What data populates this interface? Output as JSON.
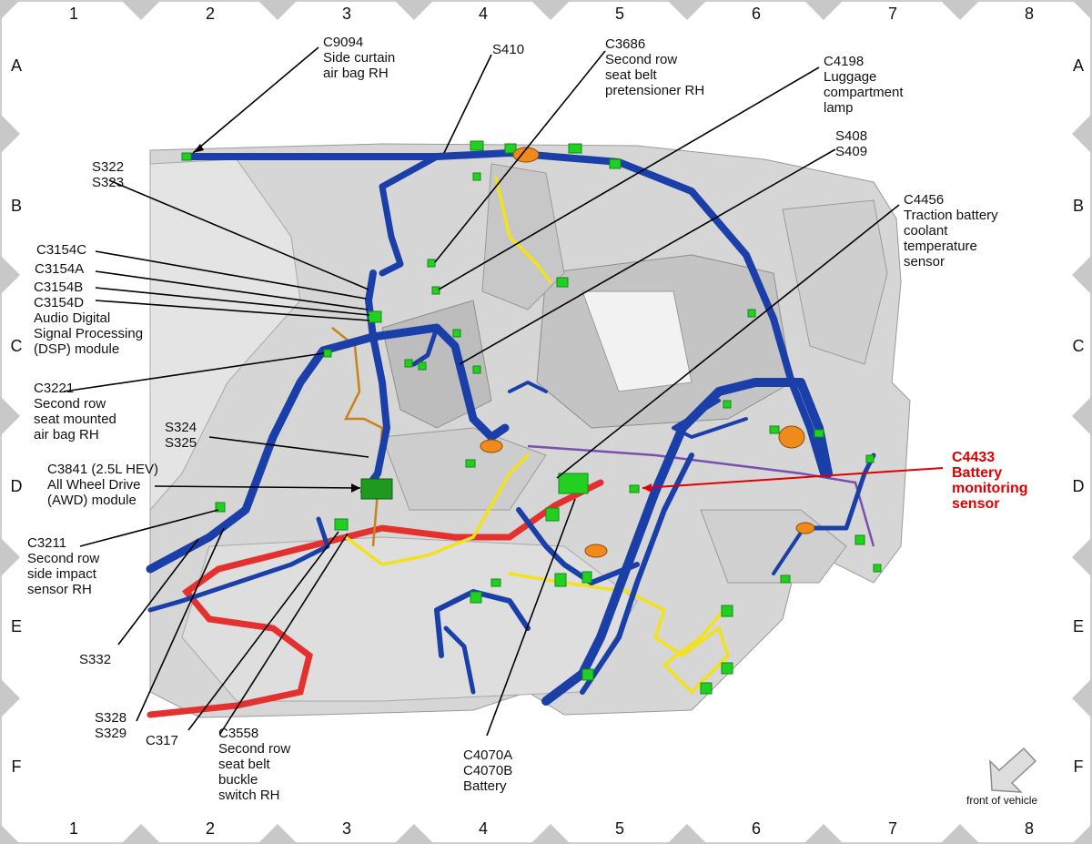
{
  "grid": {
    "columns": [
      "1",
      "2",
      "3",
      "4",
      "5",
      "6",
      "7",
      "8"
    ],
    "rows": [
      "A",
      "B",
      "C",
      "D",
      "E",
      "F"
    ]
  },
  "callouts": [
    {
      "id": "c9094",
      "lines": [
        "C9094",
        "Side curtain",
        "air bag RH"
      ]
    },
    {
      "id": "s410",
      "lines": [
        "S410"
      ]
    },
    {
      "id": "c3686",
      "lines": [
        "C3686",
        "Second row",
        "seat belt",
        "pretensioner RH"
      ]
    },
    {
      "id": "c4198",
      "lines": [
        "C4198",
        "Luggage",
        "compartment",
        "lamp"
      ]
    },
    {
      "id": "s408",
      "lines": [
        "S408",
        "S409"
      ]
    },
    {
      "id": "s322",
      "lines": [
        "S322",
        "S323"
      ]
    },
    {
      "id": "c4456",
      "lines": [
        "C4456",
        "Traction battery",
        "coolant",
        "temperature",
        "sensor"
      ]
    },
    {
      "id": "c3154c",
      "lines": [
        "C3154C"
      ]
    },
    {
      "id": "c3154a",
      "lines": [
        "C3154A"
      ]
    },
    {
      "id": "c3154bd",
      "lines": [
        "C3154B",
        "C3154D",
        "Audio Digital",
        "Signal Processing",
        "(DSP) module"
      ]
    },
    {
      "id": "c3221",
      "lines": [
        "C3221",
        "Second row",
        "seat mounted",
        "air bag RH"
      ]
    },
    {
      "id": "s324",
      "lines": [
        "S324",
        "S325"
      ]
    },
    {
      "id": "c3841",
      "lines": [
        "C3841 (2.5L HEV)",
        "All Wheel Drive",
        "(AWD) module"
      ]
    },
    {
      "id": "c4433",
      "lines": [
        "C4433",
        "Battery",
        "monitoring",
        "sensor"
      ]
    },
    {
      "id": "c3211",
      "lines": [
        "C3211",
        "Second row",
        "side impact",
        "sensor RH"
      ]
    },
    {
      "id": "s332",
      "lines": [
        "S332"
      ]
    },
    {
      "id": "s328",
      "lines": [
        "S328",
        "S329"
      ]
    },
    {
      "id": "c317",
      "lines": [
        "C317"
      ]
    },
    {
      "id": "c3558",
      "lines": [
        "C3558",
        "Second row",
        "seat belt",
        "buckle",
        "switch RH"
      ]
    },
    {
      "id": "c4070",
      "lines": [
        "C4070A",
        "C4070B",
        "Battery"
      ]
    }
  ],
  "orientation": {
    "label": "front of vehicle",
    "icon": "arrow-down-left-icon"
  },
  "colors": {
    "harness_main": "#1b3fa8",
    "harness_yellow": "#f2e21c",
    "harness_red": "#e53030",
    "harness_orange": "#e8941a",
    "harness_purple": "#7a4fb0",
    "connector": "#22d022",
    "callout_highlight": "#e00000",
    "body_structure": "#c9c9c9"
  }
}
